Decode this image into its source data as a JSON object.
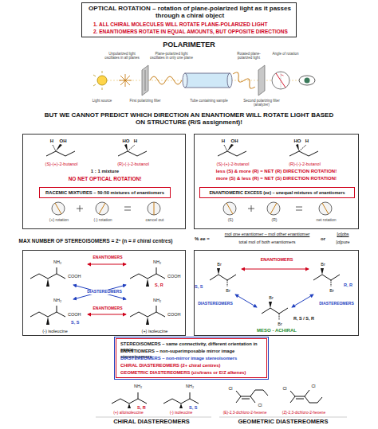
{
  "diagram": {
    "nodes": [
      {
        "text": [
          "OPTICAL ROTATION – rotation of plane-polarized light as it passes through a chiral object",
          "1. ALL CHIRAL MOLECULES WILL ROTATE PLANE-POLARIZED LIGHT",
          "2. ENANTIOMERS ROTATE IN EQUAL AMOUNTS, BUT OPPOSITE DIRECTIONS"
        ]
      },
      {
        "text": [
          "H",
          "OH",
          "HO",
          "H",
          "(S)-(+)-2-butanol",
          "(R)-(-)-2-butanol",
          "1 : 1 mixture",
          "NO NET OPTICAL ROTATION!",
          "(+) rotation",
          "(-) rotation",
          "cancel out"
        ]
      },
      {
        "text": [
          "RACEMIC MIXTURES – 50:50 mixtures of enantiomers"
        ],
        "in": 1
      },
      {
        "text": [
          "H",
          "OH",
          "HO",
          "H",
          "(S)-(+)-2-butanol",
          "(R)-(-)-2-butanol",
          "less (S) & more (R) = NET (R) DIRECTION ROTATION!",
          "more (S) & less (R) = NET (S) DIRECTION ROTATION!",
          "(S)",
          "(R)",
          "net rotation"
        ]
      },
      {
        "text": [
          "ENANTIOMERIC EXCESS (ee) – unequal mixtures of enantiomers"
        ],
        "in": 3
      },
      {
        "text": [
          "ENANTIOMERS",
          "NH₂",
          "COOH",
          "NH₂",
          "COOH",
          "S, R",
          "DIASTEREOMERS",
          "NH₂",
          "COOH",
          "S, S",
          "NH₂",
          "COOH",
          "ENANTIOMERS",
          "(-) isoleucine",
          "(+) isoleucine"
        ]
      },
      {
        "text": [
          "ENANTIOMERS",
          "Br",
          "Br",
          "S, S",
          "Br",
          "Br",
          "R, R",
          "DIASTEREOMERS",
          "DIASTEREOMERS",
          "Br",
          "Br",
          "R, S / S, R",
          "MESO - ACHIRAL"
        ]
      },
      {
        "text": [
          "STEREOISOMERS – same connectivity, different orientation in space",
          "ENANTIOMERS – non-superimposable mirror image stereoisomers",
          "DIASTEREOMERS – non-mirror image stereoisomers",
          "CHIRAL DIASTEREOMERS (2+ chiral centres)",
          "GEOMETRIC DIASTEREOMERS (cis/trans or E/Z alkenes)"
        ]
      }
    ],
    "labels": [
      "POLARIMETER",
      "Unpolarized light oscillates in all planes",
      "Plane-polarized light oscillates in only one plane",
      "Rotated plane-polarized light",
      "Angle of rotation",
      "Light source",
      "First polarizing filter",
      "Tube containing sample",
      "Second polarizing filter (analyzer)",
      "BUT WE CANNOT PREDICT WHICH DIRECTION AN ENANTIOMER WILL ROTATE LIGHT BASED ON STRUCTURE (R/S assignment)!",
      "MAX NUMBER OF STEREOISOMERS = 2ⁿ (n = # chiral centres)",
      "% ee =",
      "mol one enantiomer – mol other enantiomer",
      "total mol of both enantiomers",
      "or",
      "[α]obs",
      "[α]pure",
      "NH₂",
      "S, R",
      "NH₂",
      "S, S",
      "Cl",
      "Cl",
      "Cl",
      "Cl",
      "(+) alloisoleucine",
      "(-) isoleucine",
      "(E)-2,3-dichloro-2-hexene",
      "(Z)-2,3-dichloro-2-hexene",
      "CHIRAL DIASTEREOMERS",
      "GEOMETRIC DIASTEREOMERS"
    ]
  }
}
